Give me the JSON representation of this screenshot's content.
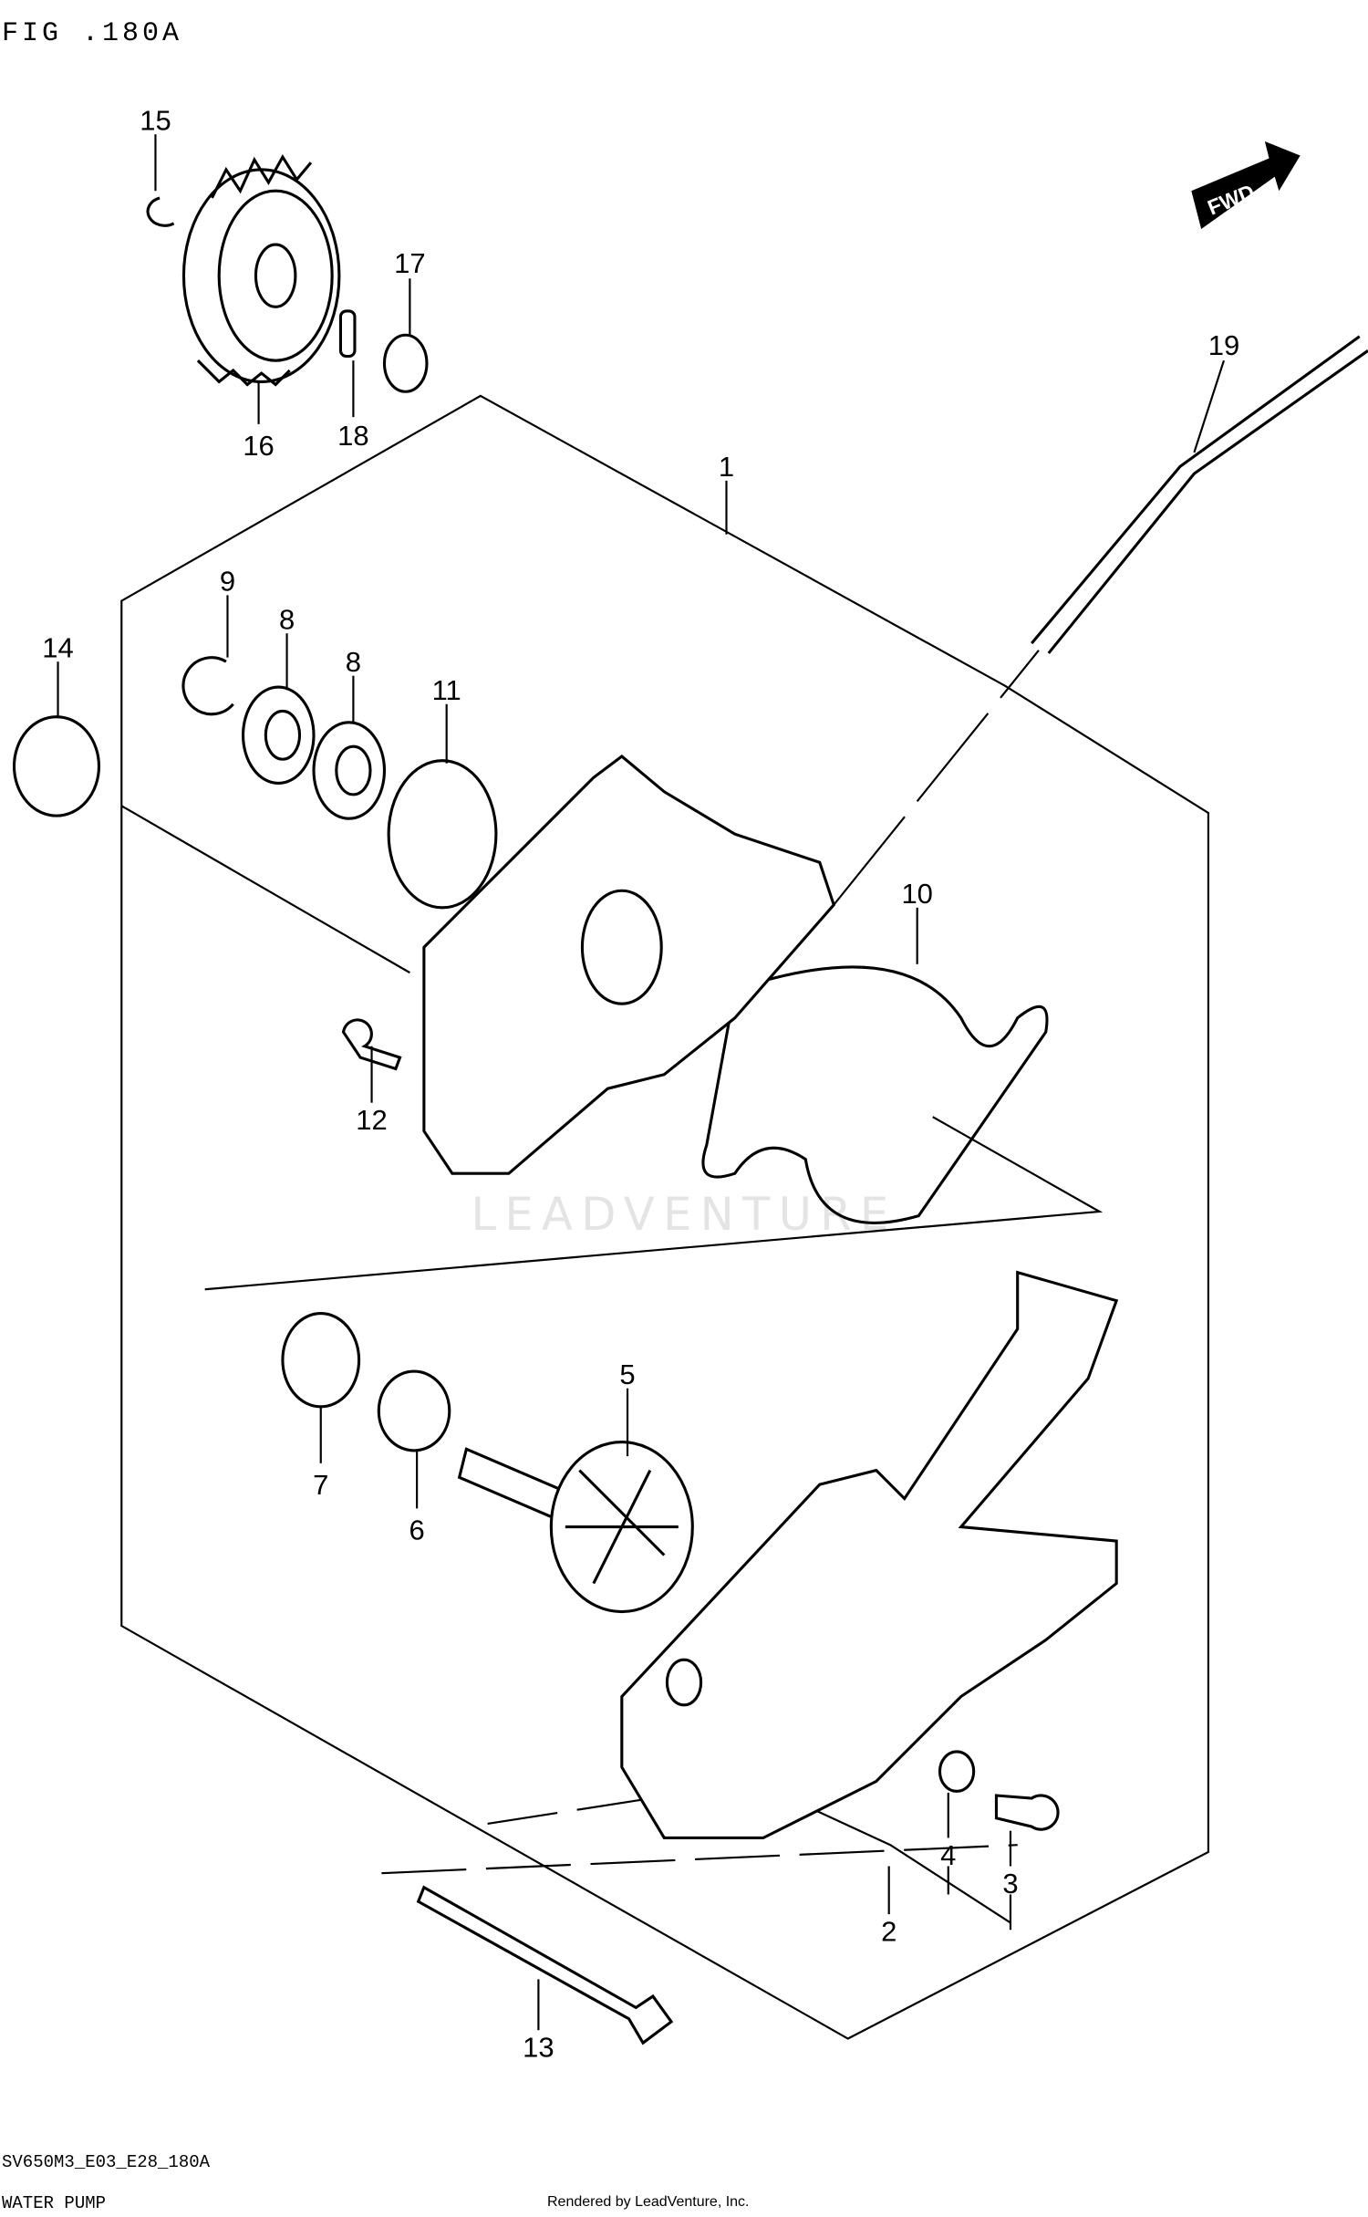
{
  "header": {
    "figure_title": "FIG .180A"
  },
  "fwd_badge": {
    "label": "FWD",
    "icon": "forward-arrow-icon"
  },
  "watermark": {
    "text": "LEADVENTURE"
  },
  "callouts": {
    "c1": "1",
    "c2": "2",
    "c3": "3",
    "c4": "4",
    "c5": "5",
    "c6": "6",
    "c7": "7",
    "c8a": "8",
    "c8b": "8",
    "c9": "9",
    "c10": "10",
    "c11": "11",
    "c12": "12",
    "c13": "13",
    "c14": "14",
    "c15": "15",
    "c16": "16",
    "c17": "17",
    "c18": "18",
    "c19": "19"
  },
  "footer": {
    "model_code": "SV650M3_E03_E28_180A",
    "section_name": "WATER PUMP",
    "credit": "Rendered by LeadVenture, Inc."
  }
}
